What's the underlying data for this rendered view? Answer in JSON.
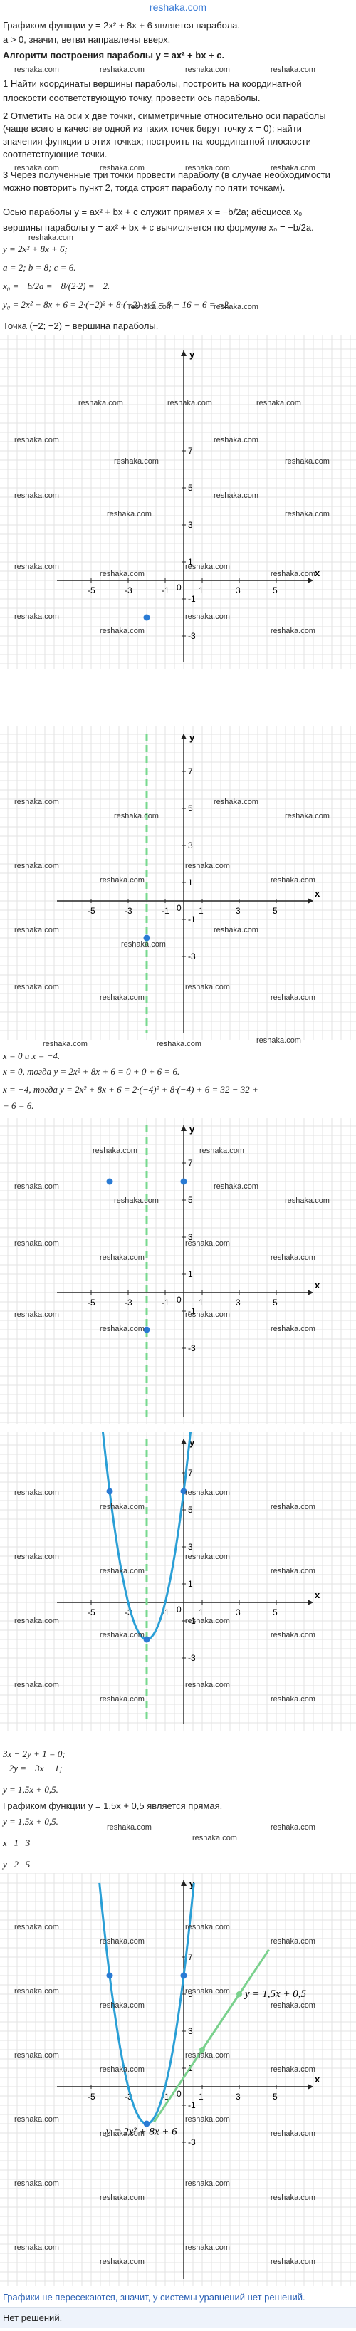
{
  "site": {
    "watermark": "reshaka.com",
    "top_watermark": "reshaka.com"
  },
  "intro": {
    "line1": "Графиком функции y = 2x² + 8x + 6 является парабола.",
    "line2": "a > 0, значит, ветви направлены вверх.",
    "algo_title": "Алгоритм построения параболы y = ax² + bx + c."
  },
  "steps": [
    "1  Найти координаты вершины параболы, построить на координатной",
    "плоскости соответствующую точку, провести ось параболы.",
    "2  Отметить на оси x две точки, симметричные относительно оси параболы",
    "(чаще всего в качестве одной из таких точек берут точку x = 0); найти",
    "значения функции в этих точках; построить на координатной плоскости",
    "соответствующие точки.",
    "3  Через полученные три точки провести параболу (в случае необходимости",
    "можно повторить пункт 2, тогда строят параболу по пяти точкам)."
  ],
  "vertex_text": {
    "l1": "Осью параболы y = ax² + bx + c служит прямая x = −b/2a; абсцисса x₀",
    "l2": "вершины параболы y = ax² + bx + c вычисляется по формуле x₀ = −b/2a.",
    "l3": "y = 2x² + 8x + 6;",
    "l4": "a = 2; b = 8; c = 6.",
    "l5": "x₀ = −b/2a = −8/(2·2) = −2.",
    "l6": "y₀ = 2x² + 8x + 6 = 2·(−2)² + 8·(−2) + 6 = 8 − 16 + 6 = −2.",
    "l7": "Точка (−2; −2) − вершина параболы."
  },
  "points_text": {
    "l1": "x = 0 и x = −4.",
    "l2": "x = 0, тогда y = 2x² + 8x + 6 = 0 + 0 + 6 = 6.",
    "l3": "x = −4, тогда y = 2x² + 8x + 6 = 2·(−4)² + 8·(−4) + 6 = 32 − 32 +",
    "l4": "+ 6 = 6."
  },
  "line_text": {
    "l1": "3x − 2y + 1 = 0;",
    "l2": "−2y = −3x − 1;",
    "l3": "y = 1,5x + 0,5.",
    "l4": "Графиком функции y = 1,5x + 0,5 является прямая.",
    "l5": "y = 1,5x + 0,5.",
    "table_x": "x   1   3",
    "table_y": "y   2   5"
  },
  "conclusion": {
    "l1": "Графики не пересекаются, значит, у системы уравнений нет решений.",
    "answer": "Нет решений."
  },
  "graph": {
    "axis_x": "x",
    "axis_y": "y",
    "x_ticks": [
      "-5",
      "-3",
      "-1",
      "1",
      "3",
      "5"
    ],
    "y_ticks": [
      "7",
      "5",
      "3",
      "1",
      "-1",
      "-3"
    ],
    "origin": "0",
    "parabola_label": "y = 2x² + 8x + 6",
    "line_label": "y = 1,5x + 0,5"
  },
  "colors": {
    "grid": "#e3e3e3",
    "axis": "#222222",
    "point": "#2a7bd4",
    "parabola": "#2a9fd6",
    "line": "#7ad18d",
    "axis_line": "#78d98f"
  }
}
